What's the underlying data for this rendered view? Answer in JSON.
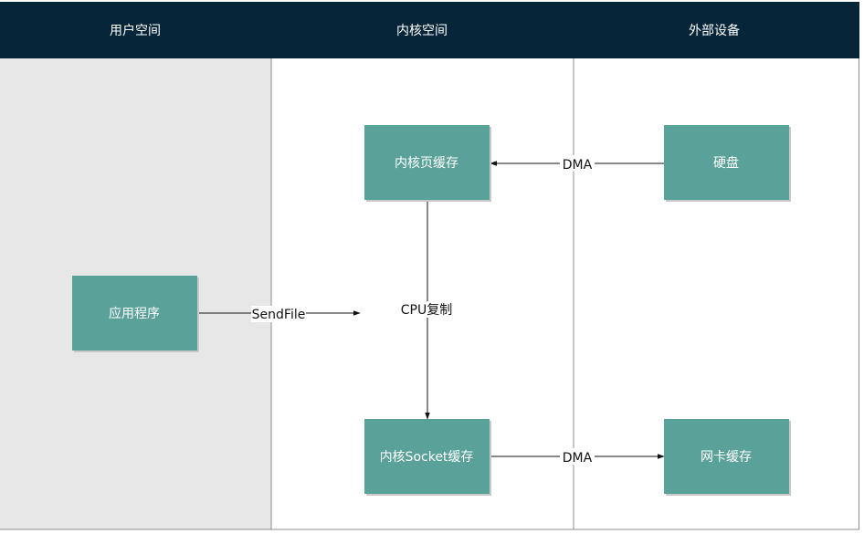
{
  "lanes": [
    {
      "id": "user",
      "title": "用户空间"
    },
    {
      "id": "kernel",
      "title": "内核空间"
    },
    {
      "id": "device",
      "title": "外部设备"
    }
  ],
  "nodes": {
    "app": "应用程序",
    "page_cache": "内核页缓存",
    "socket_cache": "内核Socket缓存",
    "disk": "硬盘",
    "nic_cache": "网卡缓存"
  },
  "edges": {
    "sendfile": "SendFile",
    "cpu_copy": "CPU复制",
    "dma_read": "DMA",
    "dma_write": "DMA"
  },
  "colors": {
    "header": "#072538",
    "user_lane": "#e6e7e6",
    "node_fill": "#5aa299",
    "node_text": "#ffffff",
    "edge": "#111111"
  }
}
